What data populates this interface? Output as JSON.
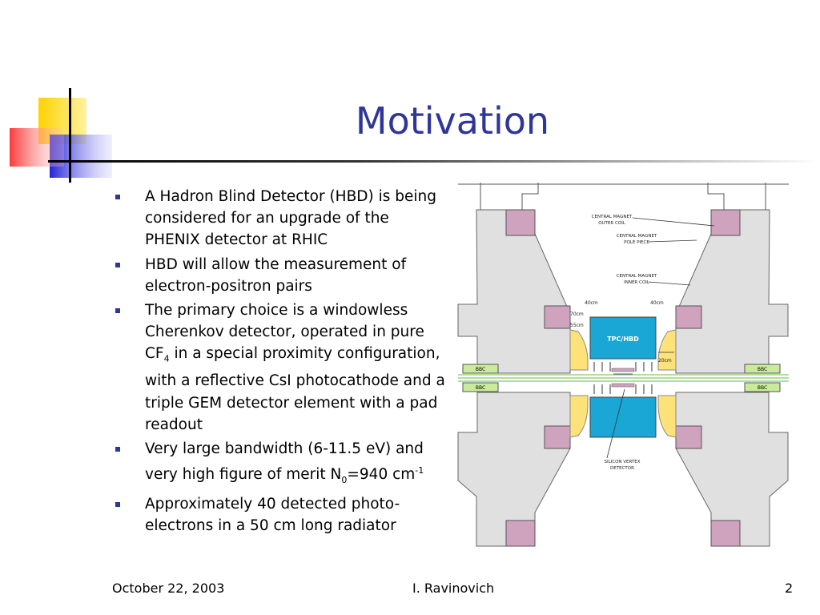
{
  "slide": {
    "title": "Motivation",
    "bullets": [
      {
        "text": "A Hadron Blind Detector (HBD) is being considered for an upgrade of the PHENIX detector at RHIC"
      },
      {
        "text": "HBD will allow the measurement of electron-positron pairs"
      },
      {
        "pre": "The primary choice is a windowless Cherenkov detector, operated in pure CF",
        "sub": "4",
        "post": " in a special proximity configuration, with a reflective CsI photocathode and a triple GEM detector element with a pad readout"
      },
      {
        "pre": "Very large bandwidth (6-11.5 eV) and very high figure of merit N",
        "sub": "0",
        "mid": "=940 cm",
        "sup": "-1"
      },
      {
        "text": "Approximately 40 detected photo-electrons in a 50 cm long radiator"
      }
    ]
  },
  "figure": {
    "labels": {
      "outer_coil_1": "CENTRAL MAGNET",
      "outer_coil_2": "OUTER COIL",
      "pole_piece_1": "CENTRAL MAGNET",
      "pole_piece_2": "POLE PIECE",
      "inner_coil_1": "CENTRAL MAGNET",
      "inner_coil_2": "INNER COIL",
      "dim_40cm_left": "40cm",
      "dim_40cm_right": "40cm",
      "dim_70cm": "70cm",
      "dim_55cm": "55cm",
      "dim_20cm": "20cm",
      "tpc_hbd": "TPC/HBD",
      "bbc": "BBC",
      "svtx_1": "SILICON VERTEX",
      "svtx_2": "DETECTOR"
    }
  },
  "footer": {
    "date": "October 22, 2003",
    "author": "I. Ravinovich",
    "page": "2"
  },
  "colors": {
    "title": "#2f3699",
    "bullet": "#2f3699",
    "magnet_gray": "#e0e0e0",
    "coil": "#cfa3be",
    "yellow": "#fde27a",
    "tpc": "#1aa7d6",
    "bbc": "#c9ec9b"
  }
}
